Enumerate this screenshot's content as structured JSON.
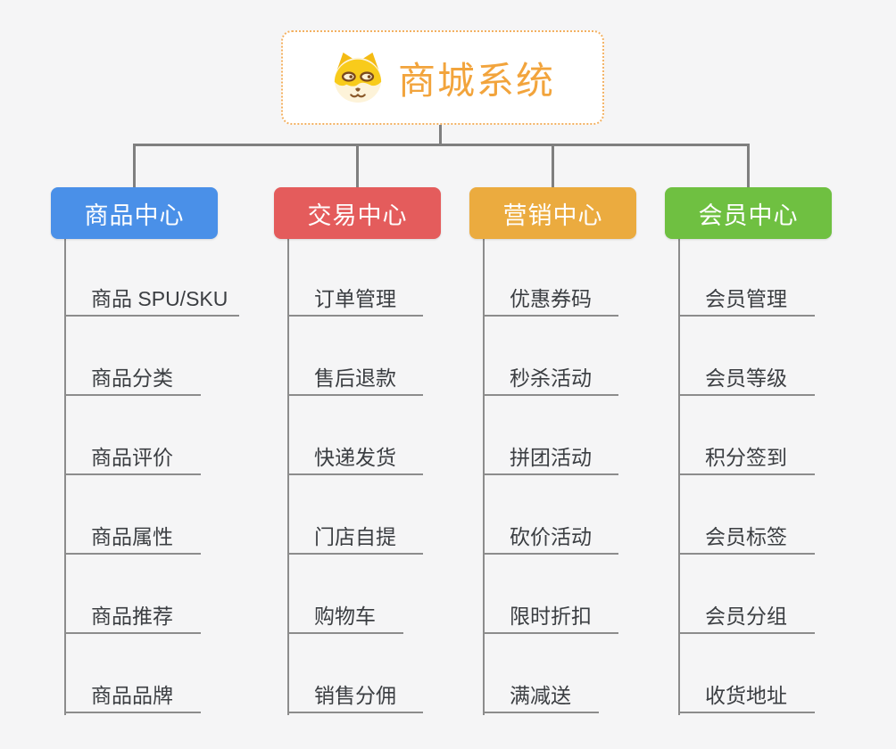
{
  "root": {
    "title": "商城系统",
    "icon": "dog-face-icon",
    "border_color": "#f3b162",
    "title_color": "#f2a43c"
  },
  "connector_color": "#7f7f7f",
  "background_color": "#f5f5f6",
  "branches": [
    {
      "label": "商品中心",
      "color": "#4a90e8",
      "items": [
        "商品 SPU/SKU",
        "商品分类",
        "商品评价",
        "商品属性",
        "商品推荐",
        "商品品牌"
      ]
    },
    {
      "label": "交易中心",
      "color": "#e45c5c",
      "items": [
        "订单管理",
        "售后退款",
        "快递发货",
        "门店自提",
        "购物车",
        "销售分佣"
      ]
    },
    {
      "label": "营销中心",
      "color": "#ebab3f",
      "items": [
        "优惠券码",
        "秒杀活动",
        "拼团活动",
        "砍价活动",
        "限时折扣",
        "满减送"
      ]
    },
    {
      "label": "会员中心",
      "color": "#6fc041",
      "items": [
        "会员管理",
        "会员等级",
        "积分签到",
        "会员标签",
        "会员分组",
        "收货地址"
      ]
    }
  ]
}
